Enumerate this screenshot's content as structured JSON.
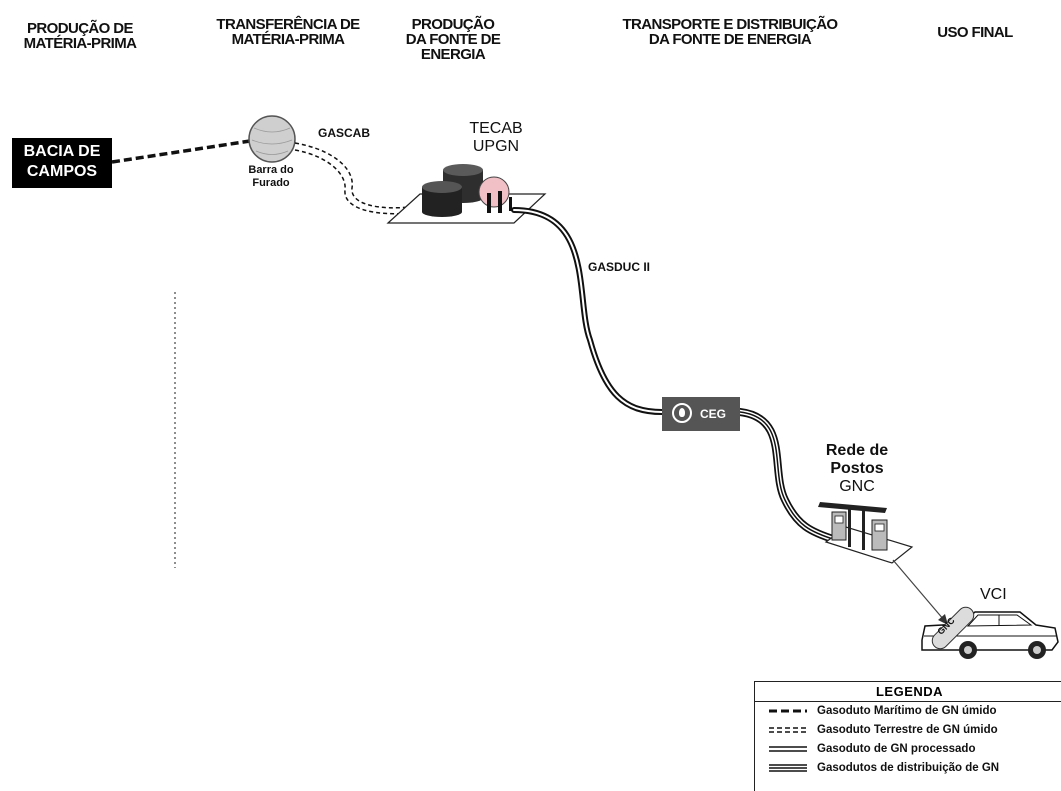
{
  "headers": {
    "producao_materia_prima": [
      "PRODUÇÃO DE",
      "MATÉRIA-PRIMA"
    ],
    "transferencia_materia_prima": [
      "TRANSFERÊNCIA DE",
      "MATÉRIA-PRIMA"
    ],
    "producao_fonte_energia": [
      "PRODUÇÃO",
      "DA FONTE DE",
      "ENERGIA"
    ],
    "transporte_distribuicao": [
      "TRANSPORTE E DISTRIBUIÇÃO",
      "DA FONTE DE ENERGIA"
    ],
    "uso_final": "USO FINAL"
  },
  "nodes": {
    "bacia_de_campos": [
      "BACIA DE",
      "CAMPOS"
    ],
    "barra_do_furado": [
      "Barra do",
      "Furado"
    ],
    "tecab_upgn": [
      "TECAB",
      "UPGN"
    ],
    "ceg": "CEG",
    "rede_postos_gnc": [
      "Rede de",
      "Postos",
      "GNC"
    ],
    "vci": "VCI",
    "gnc_tank": "GNC"
  },
  "pipelines": {
    "gascab": "GASCAB",
    "gasduc_ii": "GASDUC II"
  },
  "legend": {
    "title": "LEGENDA",
    "items": [
      {
        "style": "dashed",
        "label": "Gasoduto Marítimo de GN úmido"
      },
      {
        "style": "double-dashed",
        "label": "Gasoduto Terrestre de GN úmido"
      },
      {
        "style": "double",
        "label": "Gasoduto de GN processado"
      },
      {
        "style": "triple",
        "label": "Gasodutos de distribuição de GN"
      }
    ]
  }
}
